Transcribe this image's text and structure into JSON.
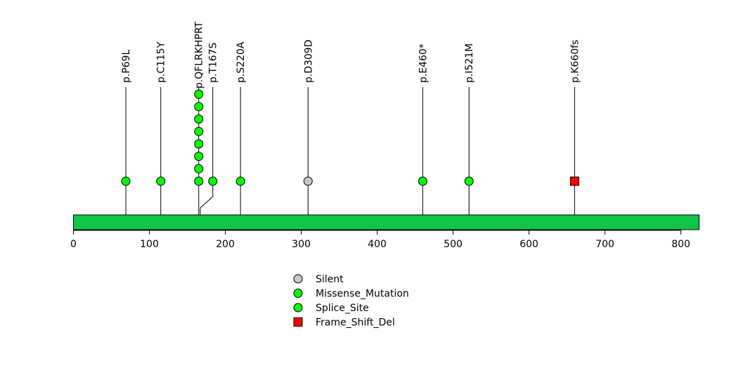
{
  "chart_data": {
    "type": "lollipop",
    "protein_length": 824,
    "x_ticks": [
      0,
      100,
      200,
      300,
      400,
      500,
      600,
      700,
      800
    ],
    "x_tick_labels": [
      "0",
      "100",
      "200",
      "300",
      "400",
      "500",
      "600",
      "700",
      "800"
    ],
    "domain_bar_color": "#11c44a",
    "mutations": [
      {
        "label": "p.P69L",
        "position": 69,
        "count": 1,
        "type": "Missense_Mutation"
      },
      {
        "label": "p.C115Y",
        "position": 115,
        "count": 1,
        "type": "Missense_Mutation"
      },
      {
        "label": "p.QFLRKHPRT",
        "position": 165,
        "count": 8,
        "type": "Missense_Mutation"
      },
      {
        "label": "p.T167S",
        "position": 167,
        "count": 1,
        "type": "Missense_Mutation"
      },
      {
        "label": "p.S220A",
        "position": 220,
        "count": 1,
        "type": "Missense_Mutation"
      },
      {
        "label": "p.D309D",
        "position": 309,
        "count": 1,
        "type": "Silent"
      },
      {
        "label": "p.E460*",
        "position": 460,
        "count": 1,
        "type": "Missense_Mutation"
      },
      {
        "label": "p.I521M",
        "position": 521,
        "count": 1,
        "type": "Missense_Mutation"
      },
      {
        "label": "p.K660fs",
        "position": 660,
        "count": 1,
        "type": "Frame_Shift_Del"
      }
    ],
    "legend": [
      {
        "label": "Silent",
        "shape": "circle",
        "color": "#c8c8c8"
      },
      {
        "label": "Missense_Mutation",
        "shape": "circle",
        "color": "#00ff00"
      },
      {
        "label": "Splice_Site",
        "shape": "circle",
        "color": "#00ff00"
      },
      {
        "label": "Frame_Shift_Del",
        "shape": "square",
        "color": "#ff0000"
      }
    ],
    "type_colors": {
      "Silent": "#c8c8c8",
      "Missense_Mutation": "#00ff00",
      "Splice_Site": "#00ff00",
      "Frame_Shift_Del": "#ff0000"
    }
  }
}
